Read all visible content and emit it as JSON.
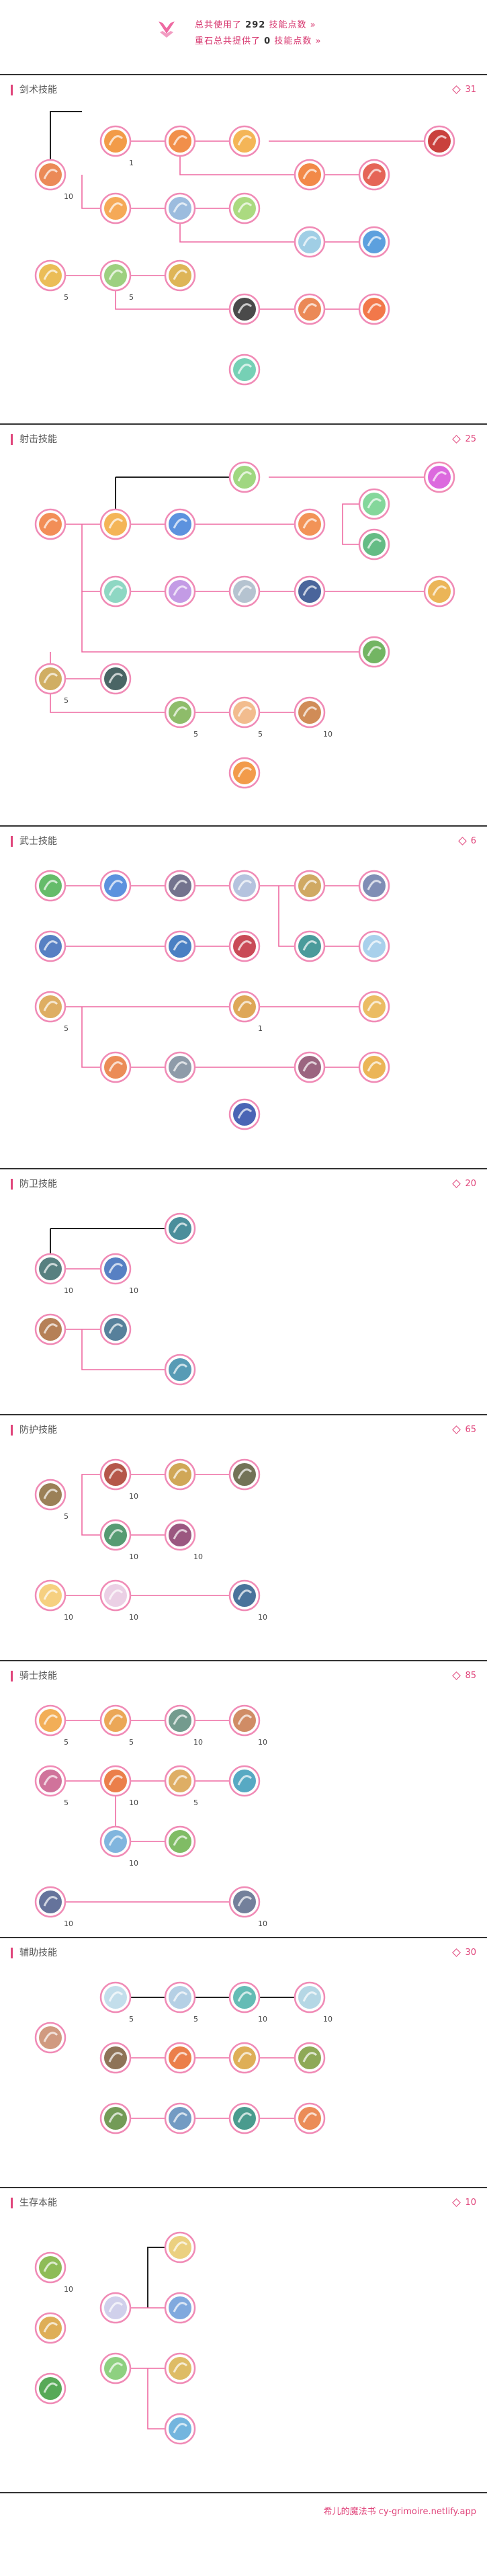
{
  "header": {
    "line1_prefix": "总共使用了",
    "line1_count": "292",
    "line1_suffix": "技能点数 »",
    "line2_prefix": "重石总共提供了",
    "line2_count": "0",
    "line2_suffix": "技能点数 »"
  },
  "colors": {
    "accent": "#e0457b",
    "line": "#ee6aa2",
    "node_ring": "#f08bb6"
  },
  "sections": [
    {
      "title": "剑术技能",
      "count": "31",
      "nodes": [
        {
          "id": "a1",
          "icon": "sword-slash-icon",
          "label": "10",
          "c": "#e8763a"
        },
        {
          "id": "a2",
          "icon": "crescent-slash-icon",
          "label": "1",
          "c": "#f08a28"
        },
        {
          "id": "a3",
          "icon": "spiral-blade-icon",
          "label": "",
          "c": "#ef7b2a"
        },
        {
          "id": "a4",
          "icon": "sword-strike-icon",
          "label": "",
          "c": "#f2a83a"
        },
        {
          "id": "a5",
          "icon": "storm-slash-icon",
          "label": "",
          "c": "#c0201b"
        },
        {
          "id": "a6",
          "icon": "fire-slash-icon",
          "label": "",
          "c": "#f07428"
        },
        {
          "id": "a7",
          "icon": "red-crescent-icon",
          "label": "",
          "c": "#e04a3a"
        },
        {
          "id": "a8",
          "icon": "dash-slash-icon",
          "label": "",
          "c": "#f39a3a"
        },
        {
          "id": "a9",
          "icon": "wind-blade-icon",
          "label": "",
          "c": "#8bb0d8"
        },
        {
          "id": "a10",
          "icon": "green-slash-icon",
          "label": "",
          "c": "#9cd36a"
        },
        {
          "id": "a11",
          "icon": "sword-wave-icon",
          "label": "",
          "c": "#8fc6e0"
        },
        {
          "id": "a12",
          "icon": "blue-sword-icon",
          "label": "",
          "c": "#3f8fd8"
        },
        {
          "id": "a13",
          "icon": "cross-slash-icon",
          "label": "5",
          "c": "#e8b23a"
        },
        {
          "id": "a14",
          "icon": "twin-blade-icon",
          "label": "5",
          "c": "#8cc86a"
        },
        {
          "id": "a15",
          "icon": "gold-sword-icon",
          "label": "",
          "c": "#d8a83a"
        },
        {
          "id": "a16",
          "icon": "shadow-warrior-icon",
          "label": "",
          "c": "#2a2a2a"
        },
        {
          "id": "a17",
          "icon": "flame-warrior-icon",
          "label": "",
          "c": "#e8743a"
        },
        {
          "id": "a18",
          "icon": "fire-aura-icon",
          "label": "",
          "c": "#f0602a"
        },
        {
          "id": "a19",
          "icon": "jade-blade-icon",
          "label": "",
          "c": "#5ec8a8"
        }
      ]
    },
    {
      "title": "射击技能",
      "count": "25",
      "nodes": [
        {
          "id": "b1",
          "icon": "arrow-burst-icon",
          "label": "",
          "c": "#f07a3a"
        },
        {
          "id": "b2",
          "icon": "arrow-shot-icon",
          "label": "",
          "c": "#f2a83a"
        },
        {
          "id": "b3",
          "icon": "blue-arrows-icon",
          "label": "",
          "c": "#3f7fd8"
        },
        {
          "id": "b4",
          "icon": "green-gem-icon",
          "label": "",
          "c": "#8fd06a"
        },
        {
          "id": "b5",
          "icon": "pink-burst-icon",
          "label": "",
          "c": "#d64fd8"
        },
        {
          "id": "b6",
          "icon": "fire-spread-icon",
          "label": "",
          "c": "#f0803a"
        },
        {
          "id": "b7",
          "icon": "green-arrow-icon",
          "label": "",
          "c": "#6fd08a"
        },
        {
          "id": "b8",
          "icon": "arrow-rain-icon",
          "label": "",
          "c": "#4ab070"
        },
        {
          "id": "b9",
          "icon": "jade-arrow-icon",
          "label": "",
          "c": "#7ad0b8"
        },
        {
          "id": "b10",
          "icon": "violet-arrow-icon",
          "label": "",
          "c": "#b88ae0"
        },
        {
          "id": "b11",
          "icon": "silver-arrow-icon",
          "label": "",
          "c": "#a8b8c8"
        },
        {
          "id": "b12",
          "icon": "blue-archer-icon",
          "label": "",
          "c": "#2a4a8a"
        },
        {
          "id": "b13",
          "icon": "golden-bow-icon",
          "label": "",
          "c": "#e8a83a"
        },
        {
          "id": "b14",
          "icon": "crossbow-icon",
          "label": "",
          "c": "#5aa848"
        },
        {
          "id": "b15",
          "icon": "gun-icon",
          "label": "5",
          "c": "#c8a048"
        },
        {
          "id": "b16",
          "icon": "dark-archer-icon",
          "label": "",
          "c": "#2a4a4a"
        },
        {
          "id": "b17",
          "icon": "rifle-icon",
          "label": "5",
          "c": "#7ab050"
        },
        {
          "id": "b18",
          "icon": "fire-shot-icon",
          "label": "5",
          "c": "#f0b07a"
        },
        {
          "id": "b19",
          "icon": "gunner-icon",
          "label": "10",
          "c": "#c8783a"
        },
        {
          "id": "b20",
          "icon": "flame-bow-icon",
          "label": "",
          "c": "#f08a2a"
        }
      ]
    },
    {
      "title": "武士技能",
      "count": "6",
      "nodes": [
        {
          "id": "c1",
          "icon": "green-spear-icon",
          "label": "",
          "c": "#4ab050"
        },
        {
          "id": "c2",
          "icon": "blue-wave-icon",
          "label": "",
          "c": "#3f7fd8"
        },
        {
          "id": "c3",
          "icon": "dark-slash-icon",
          "label": "",
          "c": "#5a5a7a"
        },
        {
          "id": "c4",
          "icon": "silver-blades-icon",
          "label": "",
          "c": "#a8b8d8"
        },
        {
          "id": "c5",
          "icon": "gold-lance-icon",
          "label": "",
          "c": "#c89a48"
        },
        {
          "id": "c6",
          "icon": "blade-arc-icon",
          "label": "",
          "c": "#6a7aa8"
        },
        {
          "id": "c7",
          "icon": "blue-axe-icon",
          "label": "",
          "c": "#3a6ab8"
        },
        {
          "id": "c8",
          "icon": "ocean-blade-icon",
          "label": "",
          "c": "#2a6ab8"
        },
        {
          "id": "c9",
          "icon": "crimson-blade-icon",
          "label": "",
          "c": "#c02a3a"
        },
        {
          "id": "c10",
          "icon": "teal-blade-icon",
          "label": "",
          "c": "#2a8a8a"
        },
        {
          "id": "c11",
          "icon": "ice-cross-icon",
          "label": "",
          "c": "#9ac8e8"
        },
        {
          "id": "c12",
          "icon": "gold-sword-icon",
          "label": "5",
          "c": "#d8a048"
        },
        {
          "id": "c13",
          "icon": "warrior-icon",
          "label": "1",
          "c": "#d8983a"
        },
        {
          "id": "c14",
          "icon": "golden-knight-icon",
          "label": "",
          "c": "#e8b048"
        },
        {
          "id": "c15",
          "icon": "fire-blade-icon",
          "label": "",
          "c": "#e8783a"
        },
        {
          "id": "c16",
          "icon": "steel-blade-icon",
          "label": "",
          "c": "#7a8a9a"
        },
        {
          "id": "c17",
          "icon": "dark-warrior-icon",
          "label": "",
          "c": "#8a4a6a"
        },
        {
          "id": "c18",
          "icon": "gold-shield-icon",
          "label": "",
          "c": "#e8a83a"
        },
        {
          "id": "c19",
          "icon": "lightning-blade-icon",
          "label": "",
          "c": "#2a4aa8"
        }
      ]
    },
    {
      "title": "防卫技能",
      "count": "20",
      "nodes": [
        {
          "id": "d1",
          "icon": "gear-guard-icon",
          "label": "",
          "c": "#2a7a8a"
        },
        {
          "id": "d2",
          "icon": "iron-guard-icon",
          "label": "10",
          "c": "#3a6a6a"
        },
        {
          "id": "d3",
          "icon": "blue-guard-icon",
          "label": "10",
          "c": "#3a6ab8"
        },
        {
          "id": "d4",
          "icon": "guard-stance-icon",
          "label": "",
          "c": "#a86a3a"
        },
        {
          "id": "d5",
          "icon": "shield-block-icon",
          "label": "",
          "c": "#3a6a8a"
        },
        {
          "id": "d6",
          "icon": "fortress-icon",
          "label": "",
          "c": "#3a8aa8"
        }
      ]
    },
    {
      "title": "防护技能",
      "count": "65",
      "nodes": [
        {
          "id": "e1",
          "icon": "bronze-shield-icon",
          "label": "5",
          "c": "#8a6a3a"
        },
        {
          "id": "e2",
          "icon": "red-shield-icon",
          "label": "10",
          "c": "#a83a2a"
        },
        {
          "id": "e3",
          "icon": "gold-shield-icon",
          "label": "",
          "c": "#c8983a"
        },
        {
          "id": "e4",
          "icon": "green-shield-icon",
          "label": "10",
          "c": "#3a8a5a"
        },
        {
          "id": "e5",
          "icon": "purple-shield-icon",
          "label": "10",
          "c": "#8a3a6a"
        },
        {
          "id": "e6",
          "icon": "dark-shield-icon",
          "label": "",
          "c": "#5a5a3a"
        },
        {
          "id": "e7",
          "icon": "sun-aura-icon",
          "label": "10",
          "c": "#f5c86a"
        },
        {
          "id": "e8",
          "icon": "light-aura-icon",
          "label": "10",
          "c": "#e8c8e0"
        },
        {
          "id": "e9",
          "icon": "blue-aura-icon",
          "label": "10",
          "c": "#2a5a8a"
        }
      ]
    },
    {
      "title": "骑士技能",
      "count": "85",
      "nodes": [
        {
          "id": "f1",
          "icon": "flame-lance-icon",
          "label": "5",
          "c": "#f0a03a"
        },
        {
          "id": "f2",
          "icon": "gold-lance-icon",
          "label": "5",
          "c": "#e8983a"
        },
        {
          "id": "f3",
          "icon": "crystal-shield-icon",
          "label": "10",
          "c": "#5a8a7a"
        },
        {
          "id": "f4",
          "icon": "dawn-shield-icon",
          "label": "10",
          "c": "#c8784a"
        },
        {
          "id": "f5",
          "icon": "pink-knight-icon",
          "label": "5",
          "c": "#c85a8a"
        },
        {
          "id": "f6",
          "icon": "fire-knight-icon",
          "label": "10",
          "c": "#e8682a"
        },
        {
          "id": "f7",
          "icon": "golden-horn-icon",
          "label": "5",
          "c": "#d8a04a"
        },
        {
          "id": "f8",
          "icon": "azure-knight-icon",
          "label": "",
          "c": "#3a9ab8"
        },
        {
          "id": "f9",
          "icon": "blue-lance-icon",
          "label": "10",
          "c": "#6aa8d8"
        },
        {
          "id": "f10",
          "icon": "green-lance-icon",
          "label": "",
          "c": "#6ab04a"
        },
        {
          "id": "f11",
          "icon": "knight-helm-icon",
          "label": "10",
          "c": "#4a5a8a"
        },
        {
          "id": "f12",
          "icon": "iron-knight-icon",
          "label": "10",
          "c": "#5a6a8a"
        }
      ]
    },
    {
      "title": "辅助技能",
      "count": "30",
      "nodes": [
        {
          "id": "g1",
          "icon": "fairy-icon",
          "label": "",
          "c": "#c8886a"
        },
        {
          "id": "g2",
          "icon": "ice-orb-icon",
          "label": "5",
          "c": "#b8d8e8"
        },
        {
          "id": "g3",
          "icon": "frost-orb-icon",
          "label": "5",
          "c": "#a8c8e0"
        },
        {
          "id": "g4",
          "icon": "teal-crown-icon",
          "label": "10",
          "c": "#4ab0a8"
        },
        {
          "id": "g5",
          "icon": "wind-orb-icon",
          "label": "10",
          "c": "#a8d0e0"
        },
        {
          "id": "g6",
          "icon": "hourglass-icon",
          "label": "",
          "c": "#7a5a3a"
        },
        {
          "id": "g7",
          "icon": "flame-cluster-icon",
          "label": "",
          "c": "#e8682a"
        },
        {
          "id": "g8",
          "icon": "gold-cluster-icon",
          "label": "",
          "c": "#d8a03a"
        },
        {
          "id": "g9",
          "icon": "earth-cluster-icon",
          "label": "",
          "c": "#7a9a3a"
        },
        {
          "id": "g10",
          "icon": "green-hourglass-icon",
          "label": "",
          "c": "#5a8a3a"
        },
        {
          "id": "g11",
          "icon": "crystal-cluster-icon",
          "label": "",
          "c": "#5a8ab8"
        },
        {
          "id": "g12",
          "icon": "teal-cluster-icon",
          "label": "",
          "c": "#2a8a7a"
        },
        {
          "id": "g13",
          "icon": "ember-cluster-icon",
          "label": "",
          "c": "#e8783a"
        }
      ]
    },
    {
      "title": "生存本能",
      "count": "10",
      "nodes": [
        {
          "id": "h1",
          "icon": "sunflower-icon",
          "label": "10",
          "c": "#7ab03a"
        },
        {
          "id": "h2",
          "icon": "golden-sprout-icon",
          "label": "",
          "c": "#d8a03a"
        },
        {
          "id": "h3",
          "icon": "clover-icon",
          "label": "",
          "c": "#3a9a3a"
        },
        {
          "id": "h4",
          "icon": "glow-figure-icon",
          "label": "",
          "c": "#e8c86a"
        },
        {
          "id": "h5",
          "icon": "mist-orb-icon",
          "label": "",
          "c": "#c8c8e8"
        },
        {
          "id": "h6",
          "icon": "sky-figure-icon",
          "label": "",
          "c": "#6a9ad8"
        },
        {
          "id": "h7",
          "icon": "green-aura-icon",
          "label": "",
          "c": "#7ac86a"
        },
        {
          "id": "h8",
          "icon": "gold-figure-icon",
          "label": "",
          "c": "#d8b04a"
        },
        {
          "id": "h9",
          "icon": "sprite-icon",
          "label": "",
          "c": "#5aa8d8"
        }
      ]
    }
  ],
  "footer": {
    "text": "希儿的魔法书 cy-grimoire.netlify.app"
  }
}
